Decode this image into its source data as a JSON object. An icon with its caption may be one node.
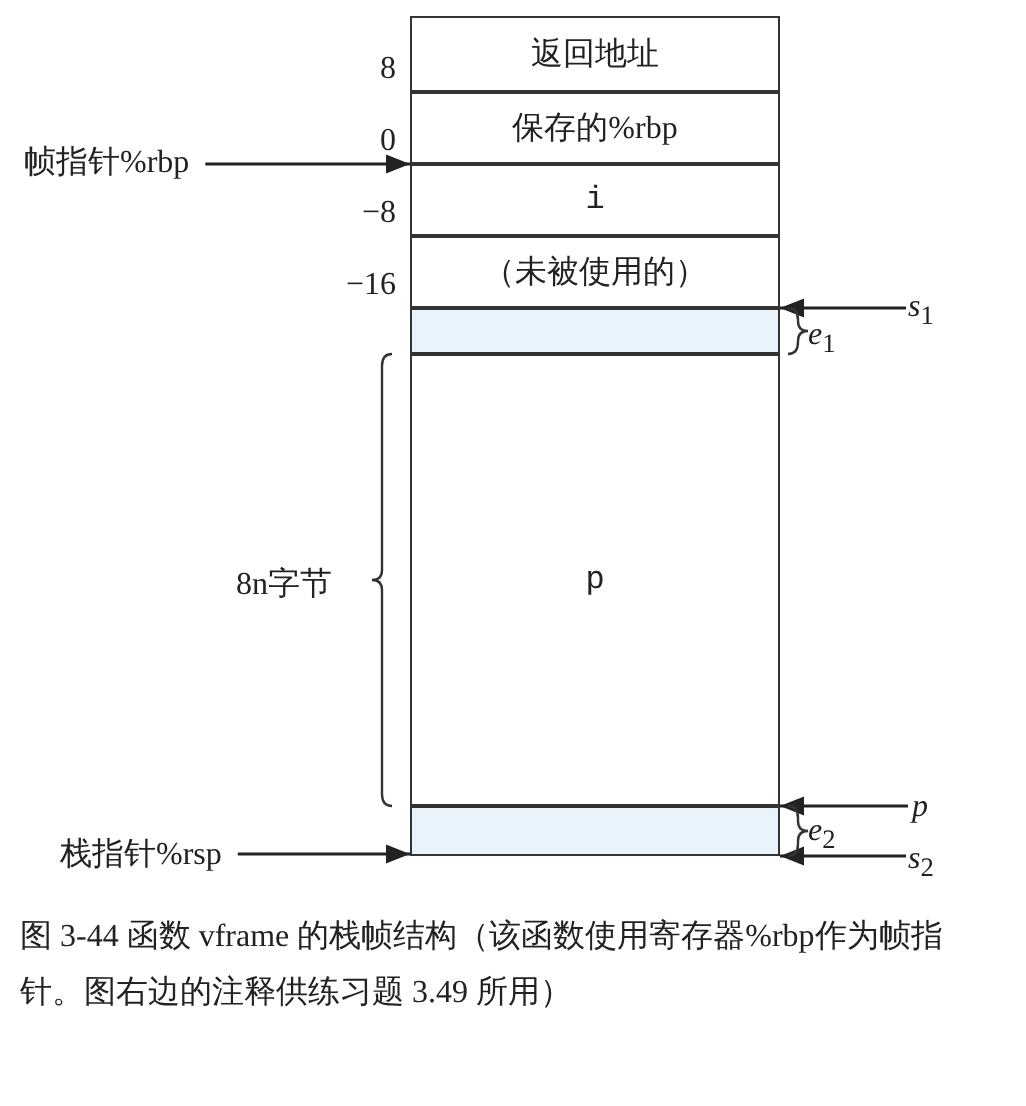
{
  "diagram": {
    "caption": "图 3-44 函数 vframe 的栈帧结构（该函数使用寄存器%rbp作为帧指针。图右边的注释供练习题 3.49 所用）",
    "nodes": [
      {
        "text": [
          "返回地址"
        ]
      },
      {
        "text": [
          "保存的%rbp"
        ]
      },
      {
        "text": [
          "i"
        ]
      },
      {
        "text": [
          "（未被使用的）"
        ]
      },
      {
        "text": [],
        "shape": "box",
        "beside": [
          "*e*$_{1}$"
        ]
      },
      {
        "text": [
          "p"
        ],
        "beside": [
          "8n字节"
        ]
      },
      {
        "text": [],
        "shape": "box",
        "beside": [
          "*e*$_{2}$"
        ]
      },
      {
        "text": [
          "帧指针%rbp"
        ]
      },
      {
        "text": [
          "栈指针%rsp"
        ]
      },
      {
        "text": [
          "*s*$_{1}$"
        ]
      },
      {
        "text": [
          "p"
        ]
      },
      {
        "text": [
          "*s*$_{2}$"
        ]
      }
    ],
    "edges": [
      {
        "from": 7,
        "to": 1,
        "arrow": "to"
      },
      {
        "from": 8,
        "to": 6,
        "arrow": "to"
      },
      {
        "from": 9,
        "to": 4,
        "arrow": "to"
      },
      {
        "from": 10,
        "to": 6,
        "arrow": "to"
      },
      {
        "from": 11,
        "to": 6,
        "arrow": "to"
      }
    ],
    "labels": [
      "8",
      "0",
      "−8",
      "−16"
    ]
  }
}
